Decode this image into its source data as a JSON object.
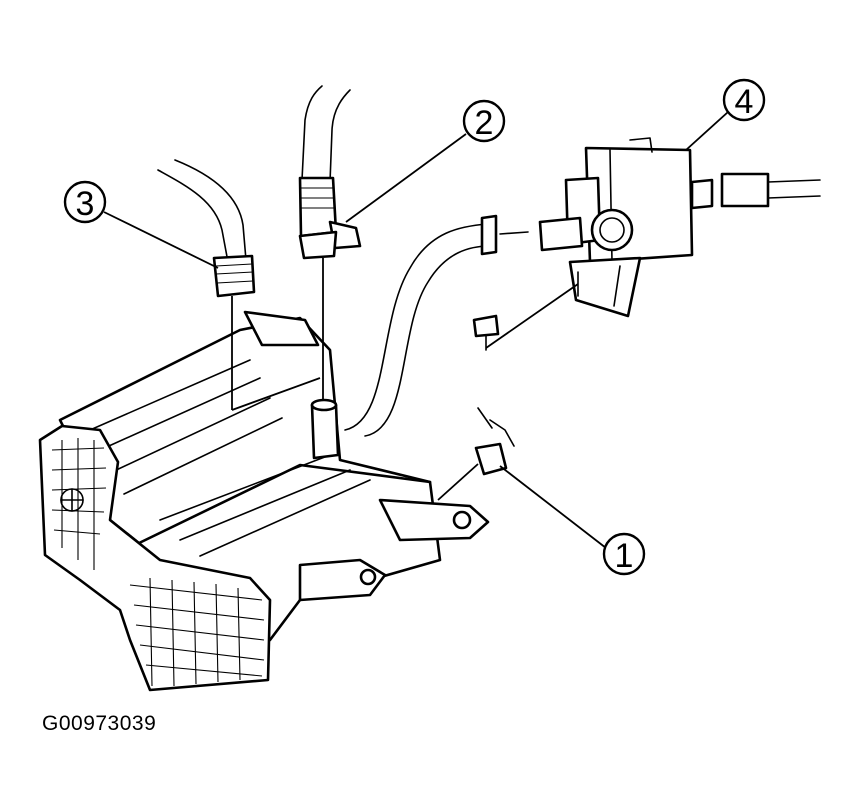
{
  "diagram": {
    "figure_code": "G00973039",
    "callouts": [
      {
        "id": "1",
        "label": "1"
      },
      {
        "id": "2",
        "label": "2"
      },
      {
        "id": "3",
        "label": "3"
      },
      {
        "id": "4",
        "label": "4"
      }
    ],
    "colors": {
      "ink": "#000000",
      "paper": "#ffffff"
    }
  }
}
